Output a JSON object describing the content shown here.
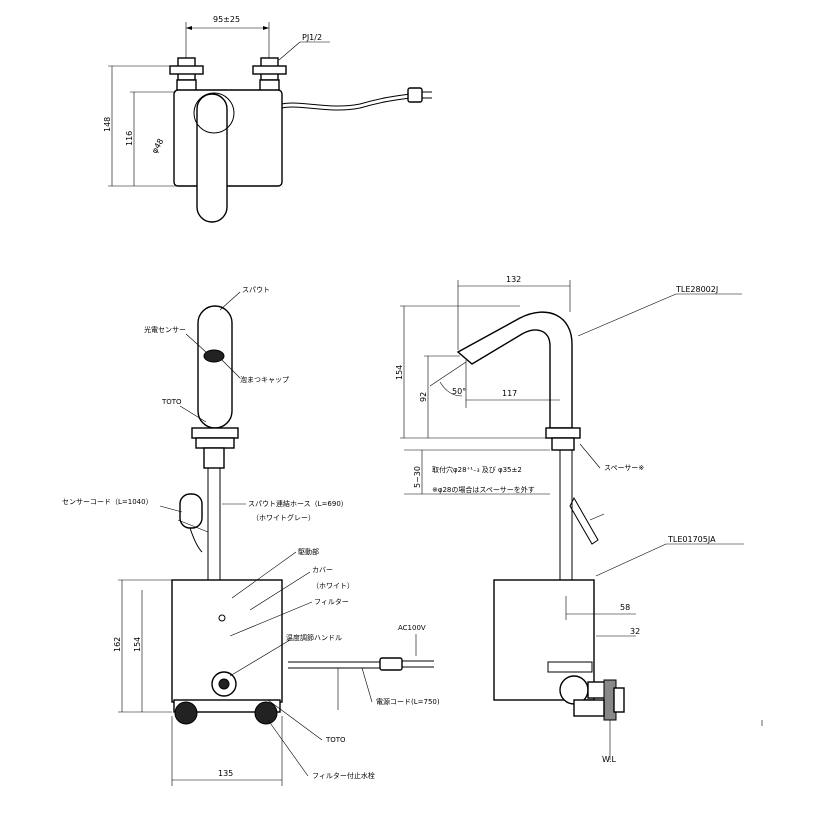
{
  "top_view": {
    "dim_pitch": "95±25",
    "thread": "PJ1/2",
    "dim_148": "148",
    "dim_116": "116",
    "dim_diameter": "φ48"
  },
  "front_view": {
    "spout": "スパウト",
    "sensor": "光電センサー",
    "foam_cap": "泡まつキャップ",
    "logo_top": "TOTO",
    "sensor_cord": "センサーコード（L=1040）",
    "hose": "スパウト連結ホース（L=690）",
    "hose_color": "（ホワイトグレー）",
    "drive": "駆動部",
    "cover": "カバー",
    "cover_color": "（ホワイト）",
    "filter": "フィルター",
    "temp_handle": "温度調節ハンドル",
    "ac": "AC100V",
    "power_cord": "電源コード(L=750)",
    "logo_bottom": "TOTO",
    "filter_valve": "フィルター付止水栓",
    "dim_162": "162",
    "dim_154": "154",
    "dim_135": "135"
  },
  "side_view": {
    "model_top": "TLE28002J",
    "model_bottom": "TLE01705JA",
    "dim_132": "132",
    "dim_154": "154",
    "dim_92": "92",
    "dim_117": "117",
    "angle": "50°",
    "dim_5_30": "5~30",
    "hole_note": "取付穴φ28⁺¹₋₃ 及び φ35±2",
    "hole_note2": "※φ28の場合はスペーサーを外す",
    "spacer": "スペーサー※",
    "dim_58": "58",
    "dim_32": "32",
    "wl": "W.L"
  }
}
